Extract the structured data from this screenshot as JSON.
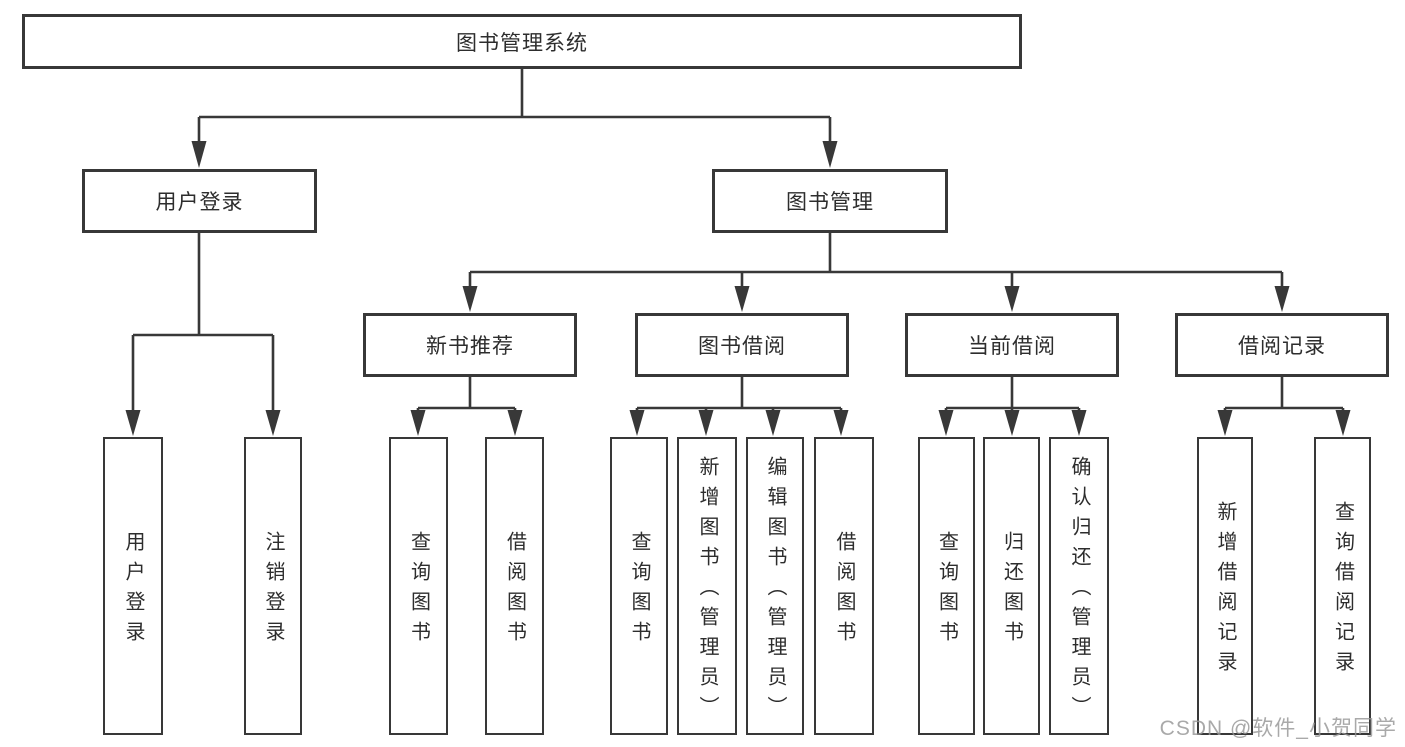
{
  "diagram": {
    "root": {
      "label": "图书管理系统"
    },
    "branches": [
      {
        "label": "用户登录",
        "children": [
          {
            "label": "用户登录"
          },
          {
            "label": "注销登录"
          }
        ]
      },
      {
        "label": "图书管理",
        "modules": [
          {
            "label": "新书推荐",
            "children": [
              {
                "label": "查询图书"
              },
              {
                "label": "借阅图书"
              }
            ]
          },
          {
            "label": "图书借阅",
            "children": [
              {
                "label": "查询图书"
              },
              {
                "label": "新增图书（管理员）"
              },
              {
                "label": "编辑图书（管理员）"
              },
              {
                "label": "借阅图书"
              }
            ]
          },
          {
            "label": "当前借阅",
            "children": [
              {
                "label": "查询图书"
              },
              {
                "label": "归还图书"
              },
              {
                "label": "确认归还（管理员）"
              }
            ]
          },
          {
            "label": "借阅记录",
            "children": [
              {
                "label": "新增借阅记录"
              },
              {
                "label": "查询借阅记录"
              }
            ]
          }
        ]
      }
    ]
  },
  "watermark": {
    "text": "CSDN @软件_小贺同学"
  },
  "colors": {
    "line": "#383838",
    "box_border": "#383838",
    "text": "#2d2d2d",
    "watermark": "#969696",
    "background": "#ffffff"
  }
}
